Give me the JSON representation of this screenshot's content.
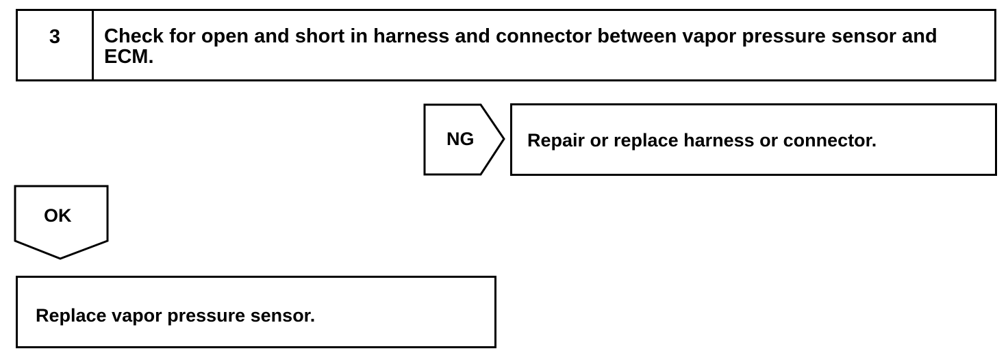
{
  "step": {
    "number": "3",
    "title": "Check for open and short in harness and connector between vapor pressure sensor and ECM."
  },
  "ng_branch": {
    "label": "NG",
    "action": "Repair or replace harness or connector."
  },
  "ok_branch": {
    "label": "OK",
    "action": "Replace vapor pressure sensor."
  }
}
